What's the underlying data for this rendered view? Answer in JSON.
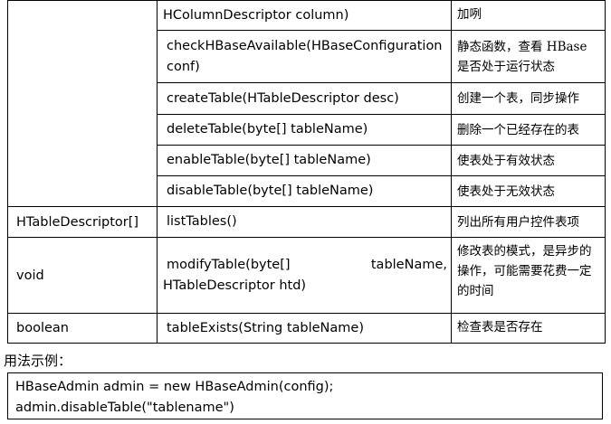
{
  "table": {
    "rows": [
      {
        "type": "",
        "method": "HColumnDescriptor column)",
        "description": "加咧"
      },
      {
        "type": "",
        "method": "checkHBaseAvailable(HBaseConfiguration conf)",
        "description": "静态函数，查看 HBase 是否处于运行状态"
      },
      {
        "type": "",
        "method": "createTable(HTableDescriptor desc)",
        "description": "创建一个表，同步操作"
      },
      {
        "type": "",
        "method": "deleteTable(byte[] tableName)",
        "description": "删除一个已经存在的表"
      },
      {
        "type": "",
        "method": "enableTable(byte[] tableName)",
        "description": "使表处于有效状态"
      },
      {
        "type": "",
        "method": "disableTable(byte[] tableName)",
        "description": "使表处于无效状态"
      },
      {
        "type": "HTableDescriptor[]",
        "method": "listTables()",
        "description": "列出所有用户控件表项"
      },
      {
        "type": "void",
        "method_line1_left": "modifyTable(byte[]",
        "method_line1_right": "tableName,",
        "method_line2": "HTableDescriptor htd)",
        "description": "修改表的模式，是异步的操作，可能需要花费一定的时间"
      },
      {
        "type": "boolean",
        "method": "tableExists(String tableName)",
        "description": "检查表是否存在"
      }
    ]
  },
  "usage": {
    "label": "用法示例：",
    "code": [
      "HBaseAdmin admin = new HBaseAdmin(config);",
      "admin.disableTable(\"tablename\")"
    ]
  }
}
